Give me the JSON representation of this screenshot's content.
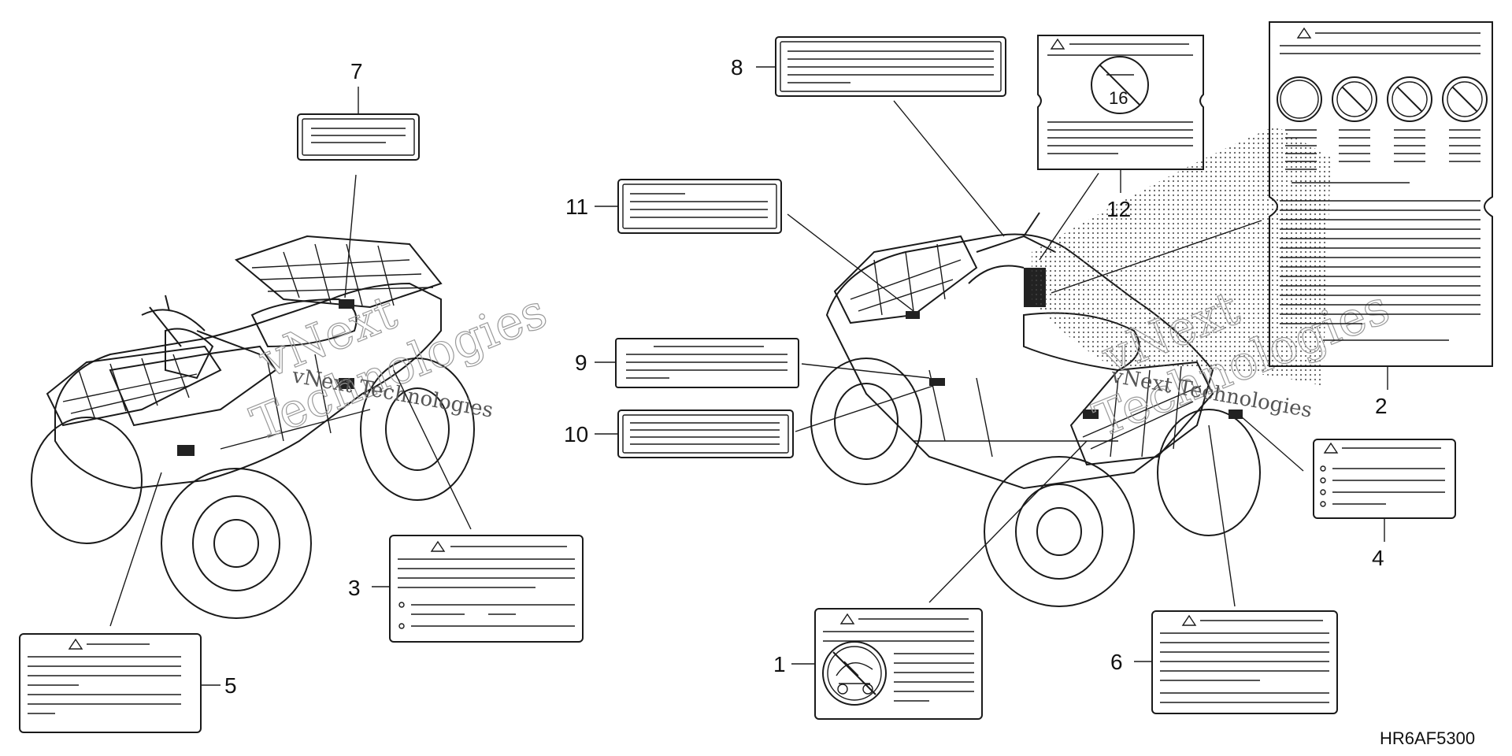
{
  "callouts": [
    "1",
    "2",
    "3",
    "4",
    "5",
    "6",
    "7",
    "8",
    "9",
    "10",
    "11",
    "12"
  ],
  "diagram_code": "HR6AF5300",
  "watermark": {
    "line1": "vNext",
    "line2": "Technologies",
    "small": "vNext Technologies"
  },
  "icons": [
    "warning-triangle-icon",
    "no-passenger-icon",
    "no-under-16-icon",
    "prohibition-icon"
  ],
  "colors": {
    "ink": "#1a1a1a",
    "background": "#ffffff",
    "watermark": "#9a9a9a"
  }
}
